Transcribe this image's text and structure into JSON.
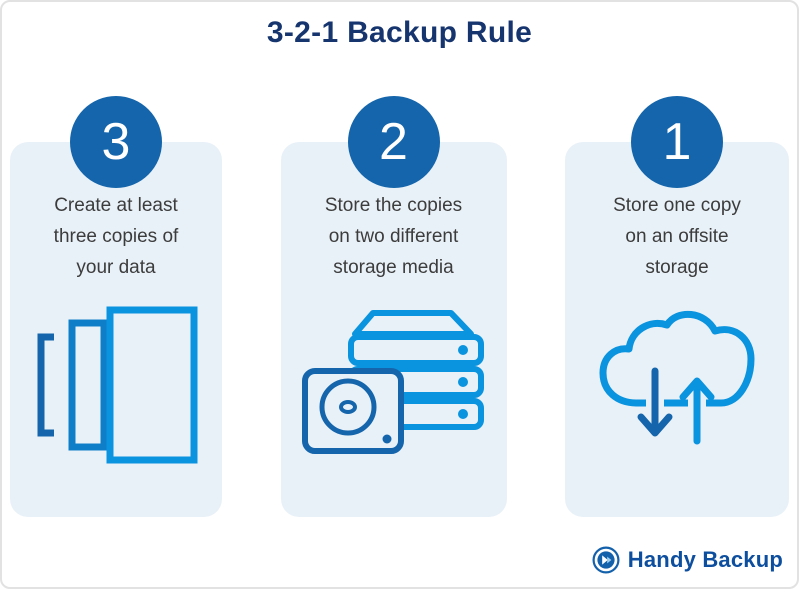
{
  "title": "3-2-1 Backup Rule",
  "cards": [
    {
      "number": "3",
      "line1": "Create at least",
      "line2": "three copies of",
      "line3": "your data",
      "icon": "copies-icon"
    },
    {
      "number": "2",
      "line1": "Store the copies",
      "line2": "on two different",
      "line3": "storage media",
      "icon": "storage-media-icon"
    },
    {
      "number": "1",
      "line1": "Store one copy",
      "line2": "on an offsite",
      "line3": "storage",
      "icon": "cloud-backup-icon"
    }
  ],
  "logo": {
    "name": "Handy Backup",
    "icon": "handy-backup-logo-icon"
  },
  "colors": {
    "title": "#16356e",
    "card_bg": "#e9f1f8",
    "circle": "#1465ab",
    "number": "#ffffff",
    "text": "#3c3c3c",
    "icon_dark": "#1465ab",
    "icon_light": "#0a93de",
    "logo_text": "#0d4f9e"
  }
}
